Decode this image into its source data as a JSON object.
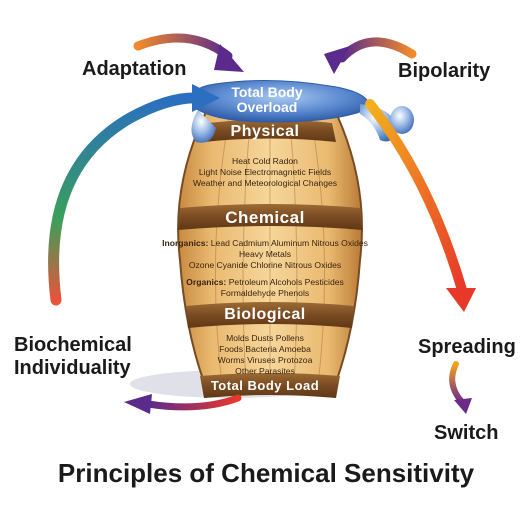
{
  "principles": {
    "adaptation": "Adaptation",
    "bipolarity": "Bipolarity",
    "biochemical_individuality": [
      "Biochemical",
      "Individuality"
    ],
    "spreading": "Spreading",
    "switch": "Switch"
  },
  "barrel": {
    "lid": [
      "Total Body",
      "Overload"
    ],
    "bottom": "Total Body Load",
    "physical": {
      "label": "Physical",
      "lines": [
        "Heat  Cold  Radon",
        "Light  Noise  Electromagnetic Fields",
        "Weather and Meteorological Changes"
      ]
    },
    "chemical": {
      "label": "Chemical",
      "inorganics_label": "Inorganics:",
      "inorganics_lines": [
        "Lead  Cadmium  Aluminum  Nitrous Oxides  Heavy Metals",
        "Ozone  Cyanide  Chlorine  Nitrous Oxides"
      ],
      "organics_label": "Organics:",
      "organics_lines": [
        "Petroleum Alcohols  Pesticides",
        "Formaldehyde  Phenols"
      ]
    },
    "biological": {
      "label": "Biological",
      "lines": [
        "Molds  Dusts  Pollens",
        "Foods  Bacteria  Amoeba",
        "Worms  Viruses  Protozoa",
        "Other Parasites"
      ]
    }
  },
  "title": "Principles of Chemical Sensitivity",
  "colors": {
    "wood": "#e6b56b",
    "band": "#8a5a2b",
    "lid": "#4f7fc4",
    "arrow_warm": "#e8842a",
    "arrow_purple": "#6b2a8a"
  }
}
